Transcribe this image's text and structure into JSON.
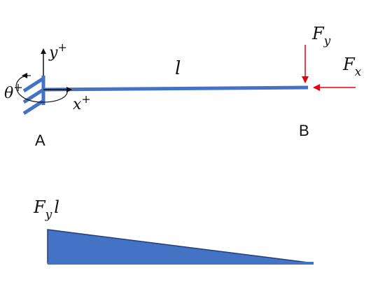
{
  "colors": {
    "beam": "#4472C4",
    "load_arrow": "#E8000B",
    "axis": "#111111",
    "moment_fill": "#4472C4",
    "moment_stroke": "#1F3F7A"
  },
  "labels": {
    "length": "l",
    "point_a": "A",
    "point_b": "B",
    "force_y": {
      "main": "F",
      "sub": "y"
    },
    "force_x": {
      "main": "F",
      "sub": "x"
    },
    "axis_y": {
      "main": "y",
      "sup": "+"
    },
    "axis_x": {
      "main": "x",
      "sup": "+"
    },
    "theta": {
      "main": "θ",
      "sup": "+"
    },
    "moment_value": {
      "main": "F",
      "sub": "y",
      "tail": "l"
    }
  },
  "icons": {
    "support": "fixed-support-hatch-icon",
    "rotation": "rotation-arc-icon"
  }
}
